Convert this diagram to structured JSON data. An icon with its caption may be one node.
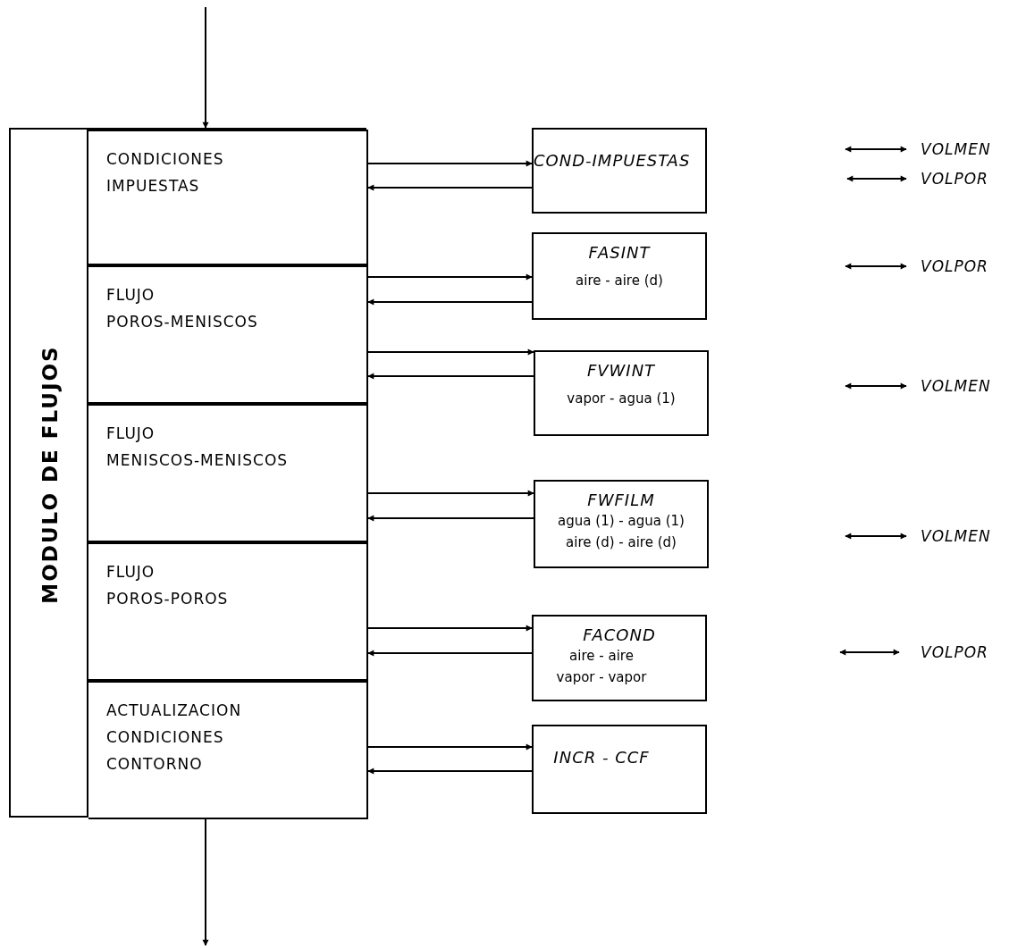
{
  "diagram": {
    "nodes": [
      {
        "text": [
          "MODULO DE FLUJOS"
        ]
      },
      {
        "text": [
          "CONDICIONES IMPUESTAS"
        ],
        "in": 0
      },
      {
        "text": [
          "FLUJO POROS-MENISCOS"
        ],
        "in": 0
      },
      {
        "text": [
          "FLUJO MENISCOS-MENISCOS"
        ],
        "in": 0
      },
      {
        "text": [
          "FLUJO POROS-POROS"
        ],
        "in": 0
      },
      {
        "text": [
          "ACTUALIZACION CONDICIONES CONTORNO"
        ],
        "in": 0
      },
      {
        "text": [
          "COND-IMPUESTAS"
        ]
      },
      {
        "text": [
          "FASINT",
          "aire - aire (d)"
        ]
      },
      {
        "text": [
          "FVWINT",
          "vapor - agua (1)"
        ]
      },
      {
        "text": [
          "FWFILM",
          "agua (1) - agua (1)",
          "aire (d) - aire (d)"
        ]
      },
      {
        "text": [
          "FACOND",
          "aire - aire",
          "vapor - vapor"
        ]
      },
      {
        "text": [
          "INCR - CCF"
        ]
      },
      {
        "text": [
          "VOLMEN"
        ]
      },
      {
        "text": [
          "VOLPOR"
        ]
      },
      {
        "text": [
          "VOLPOR"
        ]
      },
      {
        "text": [
          "VOLMEN"
        ]
      },
      {
        "text": [
          "VOLMEN"
        ]
      },
      {
        "text": [
          "VOLPOR"
        ]
      }
    ],
    "edges": [
      {
        "from": null,
        "to": 0,
        "arrow": "to"
      },
      {
        "from": 0,
        "to": null,
        "arrow": "to"
      },
      {
        "from": 1,
        "to": 6,
        "arrow": "to"
      },
      {
        "from": 6,
        "to": 1,
        "arrow": "to"
      },
      {
        "from": 2,
        "to": 7,
        "arrow": "to"
      },
      {
        "from": 7,
        "to": 2,
        "arrow": "to"
      },
      {
        "from": 2,
        "to": 8,
        "arrow": "to"
      },
      {
        "from": 8,
        "to": 2,
        "arrow": "to"
      },
      {
        "from": 3,
        "to": 9,
        "arrow": "to"
      },
      {
        "from": 9,
        "to": 3,
        "arrow": "to"
      },
      {
        "from": 4,
        "to": 10,
        "arrow": "to"
      },
      {
        "from": 10,
        "to": 4,
        "arrow": "to"
      },
      {
        "from": 5,
        "to": 11,
        "arrow": "to"
      },
      {
        "from": 11,
        "to": 5,
        "arrow": "to"
      },
      {
        "from": null,
        "to": 12,
        "arrow": "both"
      },
      {
        "from": null,
        "to": 13,
        "arrow": "both"
      },
      {
        "from": null,
        "to": 14,
        "arrow": "both"
      },
      {
        "from": null,
        "to": 15,
        "arrow": "both"
      },
      {
        "from": null,
        "to": 16,
        "arrow": "both"
      },
      {
        "from": null,
        "to": 17,
        "arrow": "both"
      }
    ]
  }
}
